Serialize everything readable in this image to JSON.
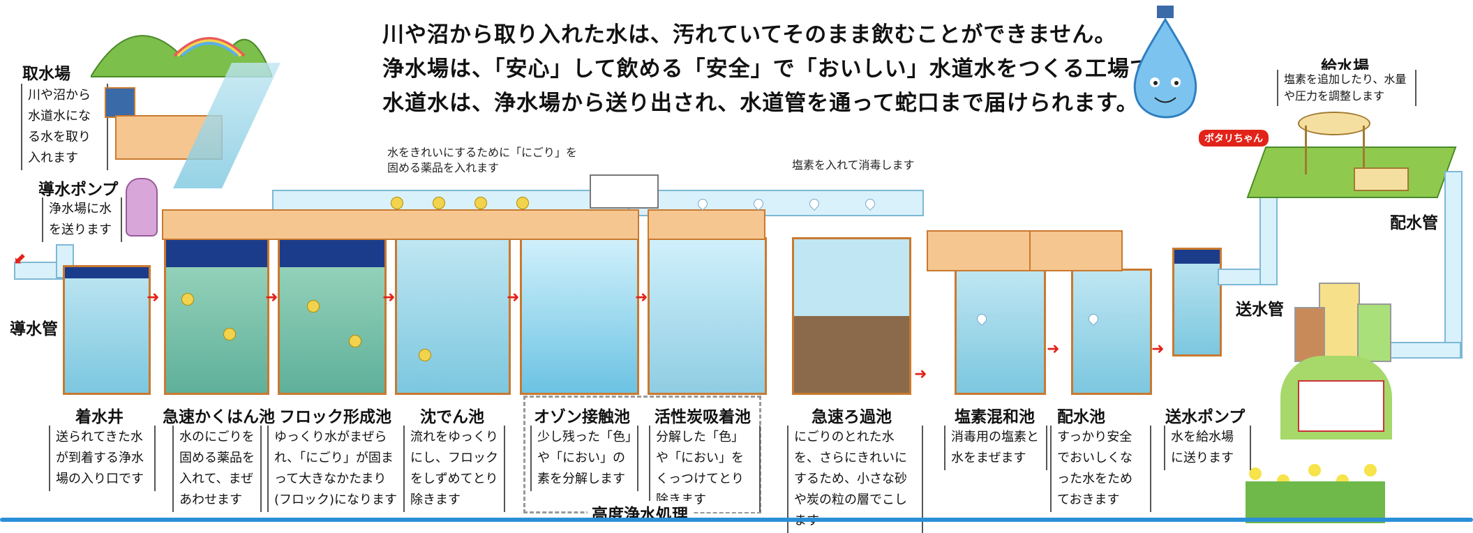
{
  "intro": {
    "line1": "川や沼から取り入れた水は、汚れていてそのまま飲むことができません。",
    "line2": "浄水場は、「安心」して飲める「安全」で「おいしい」水道水をつくる工場です。",
    "line3": "水道水は、浄水場から送り出され、水道管を通って蛇口まで届けられます。"
  },
  "mascot": {
    "name": "ポタリちゃん"
  },
  "annotations": {
    "chemical_note": "水をきれいにするために「にごり」を\n固める薬品を入れます",
    "chlorine_note": "塩素を入れて消毒します"
  },
  "stations": {
    "intake": {
      "label": "取水場",
      "desc": "川や沼から水道水になる水を取り入れます"
    },
    "pump": {
      "label": "導水ポンプ",
      "desc": "浄水場に水を送ります"
    },
    "conduit": {
      "label": "導水管"
    },
    "receiving_well": {
      "label": "着水井",
      "desc": "送られてきた水が到着する浄水場の入り口です"
    },
    "rapid_mixing": {
      "label": "急速かくはん池",
      "desc": "水のにごりを固める薬品を入れて、まぜあわせます"
    },
    "flocculation": {
      "label": "フロック形成池",
      "desc": "ゆっくり水がまぜられ、「にごり」が固まって大きなかたまり(フロック)になります"
    },
    "sedimentation": {
      "label": "沈でん池",
      "desc": "流れをゆっくりにし、フロックをしずめてとり除きます"
    },
    "ozone": {
      "label": "オゾン接触池",
      "desc": "少し残った「色」や「におい」の素を分解します"
    },
    "activated_carbon": {
      "label": "活性炭吸着池",
      "desc": "分解した「色」や「におい」をくっつけてとり除きます"
    },
    "advanced_group": {
      "label": "高度浄水処理"
    },
    "rapid_filtration": {
      "label": "急速ろ過池",
      "desc": "にごりのとれた水を、さらにきれいにするため、小さな砂や炭の粒の層でこします"
    },
    "chlorine_mixing": {
      "label": "塩素混和池",
      "desc": "消毒用の塩素と水をまぜます"
    },
    "distribution_reservoir": {
      "label": "配水池",
      "desc": "すっかり安全でおいしくなった水をためておきます"
    },
    "transmission_pump": {
      "label": "送水ポンプ",
      "desc": "水を給水場に送ります"
    },
    "transmission_pipe": {
      "label": "送水管"
    },
    "supply_station": {
      "label": "給水場",
      "desc": "塩素を追加したり、水量や圧力を調整します"
    },
    "distribution_pipe": {
      "label": "配水管"
    }
  },
  "colors": {
    "water": "#7cc7df",
    "wall": "#f5c690",
    "arrow": "#e2231a",
    "dark_water": "#1b3c8a"
  }
}
